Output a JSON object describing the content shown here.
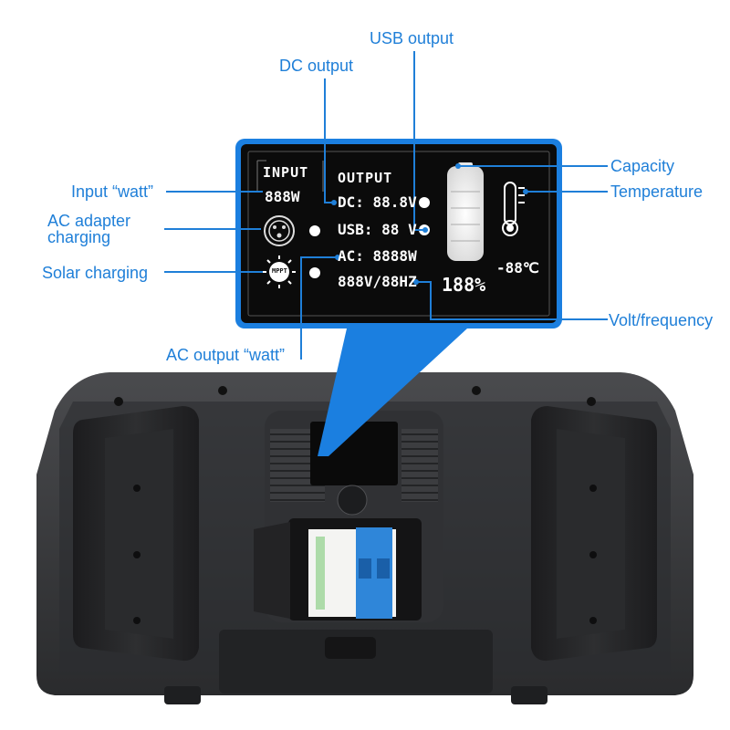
{
  "callouts": {
    "usb_output": "USB output",
    "dc_output": "DC output",
    "input_watt": "Input “watt”",
    "ac_adapter_line1": "AC adapter",
    "ac_adapter_line2": "charging",
    "solar_charging": "Solar charging",
    "ac_output_watt": "AC output “watt”",
    "capacity": "Capacity",
    "temperature": "Temperature",
    "volt_frequency": "Volt/frequency"
  },
  "lcd": {
    "input_header": "INPUT",
    "output_header": "OUTPUT",
    "input_watts": "888W",
    "dc_readout": "DC: 88.8V",
    "usb_readout": "USB: 88 V",
    "ac_readout": "AC: 8888W",
    "volt_freq_readout": "888V/88HZ",
    "percent_readout": "188%",
    "temp_readout": "-88℃",
    "mppt_label": "MPPT"
  },
  "colors": {
    "accent": "#1f7fd8",
    "lcd_bg": "#0b0b0b",
    "device_body": "#3a3b3d"
  },
  "icons": {
    "adapter": "ac-adapter-icon",
    "solar": "solar-sun-icon",
    "battery": "battery-icon",
    "thermometer": "thermometer-icon"
  }
}
